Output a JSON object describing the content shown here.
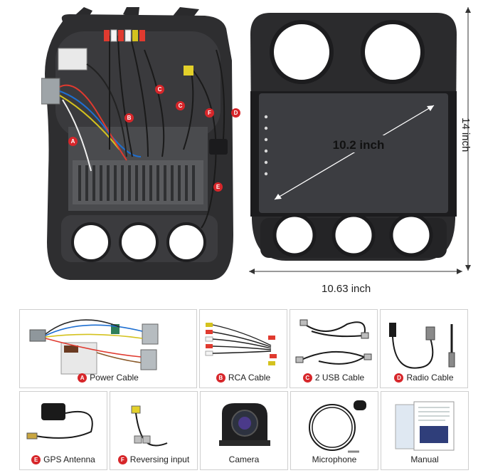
{
  "dimensions": {
    "screen_diagonal": "10.2 inch",
    "width": "10.63 inch",
    "height": "14 inch"
  },
  "rear_markers": [
    "A",
    "B",
    "C",
    "C",
    "D",
    "E",
    "F"
  ],
  "accessories": [
    {
      "badge": "A",
      "label": "Power Cable",
      "icon": "power-harness-icon"
    },
    {
      "badge": "B",
      "label": "RCA Cable",
      "icon": "rca-cable-icon"
    },
    {
      "badge": "C",
      "label": "2 USB Cable",
      "icon": "usb-cable-icon"
    },
    {
      "badge": "D",
      "label": "Radio Cable",
      "icon": "radio-cable-icon"
    },
    {
      "badge": "E",
      "label": "GPS Antenna",
      "icon": "gps-antenna-icon"
    },
    {
      "badge": "F",
      "label": "Reversing input",
      "icon": "reversing-input-icon"
    },
    {
      "badge": "",
      "label": "Camera",
      "icon": "camera-icon"
    },
    {
      "badge": "",
      "label": "Microphone",
      "icon": "microphone-icon"
    },
    {
      "badge": "",
      "label": "Manual",
      "icon": "manual-icon"
    }
  ],
  "colors": {
    "bezel": "#2b2b2d",
    "screen": "#3c3d41",
    "badge": "#d7262a"
  }
}
